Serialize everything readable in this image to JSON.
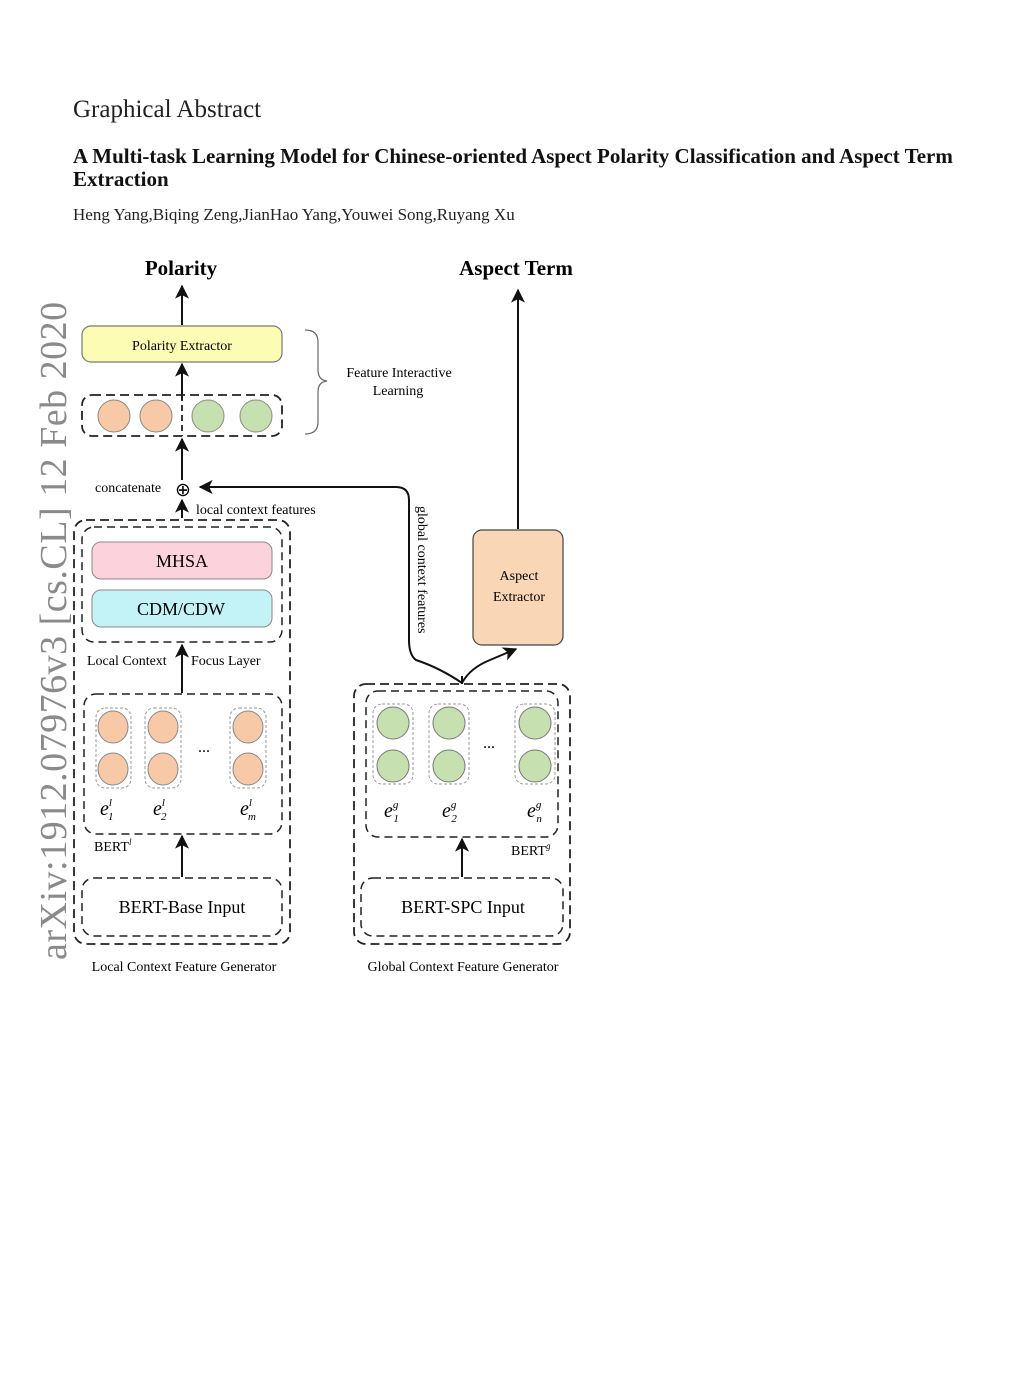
{
  "page": {
    "section_heading": "Graphical Abstract",
    "title": "A Multi-task Learning Model for Chinese-oriented Aspect Polarity Classification and Aspect Term Extraction",
    "authors": "Heng Yang,Biqing Zeng,JianHao Yang,Youwei Song,Ruyang Xu",
    "arxiv_stamp": "arXiv:1912.07976v3  [cs.CL]  12 Feb 2020"
  },
  "diagram": {
    "outputs": {
      "polarity": "Polarity",
      "aspect_term": "Aspect Term"
    },
    "polarity_extractor": "Polarity Extractor",
    "feature_interactive_learning": [
      "Feature Interactive",
      "Learning"
    ],
    "concatenate_label": "concatenate",
    "concatenate_symbol": "⊕",
    "local_context_features_label": "local  context features",
    "global_context_features_label": "global  context features",
    "mhsa": "MHSA",
    "cdm_cdw": "CDM/CDW",
    "lcf_layer_label_left": "Local Context",
    "lcf_layer_label_right": "Focus Layer",
    "aspect_extractor": [
      "Aspect",
      "Extractor"
    ],
    "bert_local": {
      "name": "BERT",
      "superscript": "l",
      "embeddings": [
        {
          "base": "e",
          "sup": "l",
          "sub": "1"
        },
        {
          "base": "e",
          "sup": "l",
          "sub": "2"
        },
        {
          "base": "e",
          "sup": "l",
          "sub": "m"
        }
      ],
      "ellipsis": "..."
    },
    "bert_global": {
      "name": "BERT",
      "superscript": "g",
      "embeddings": [
        {
          "base": "e",
          "sup": "g",
          "sub": "1"
        },
        {
          "base": "e",
          "sup": "g",
          "sub": "2"
        },
        {
          "base": "e",
          "sup": "g",
          "sub": "n"
        }
      ],
      "ellipsis": "..."
    },
    "bert_base_input": "BERT-Base Input",
    "bert_spc_input": "BERT-SPC Input",
    "local_generator_caption": "Local Context Feature Generator",
    "global_generator_caption": "Global Context Feature Generator",
    "colors": {
      "local_node": "#f8c9a6",
      "global_node": "#c6e0b0",
      "polarity_extractor": "#fcfcb4",
      "mhsa": "#fcd3dc",
      "cdm_cdw": "#c3f2f7",
      "aspect_extractor": "#f9d6b6"
    }
  }
}
